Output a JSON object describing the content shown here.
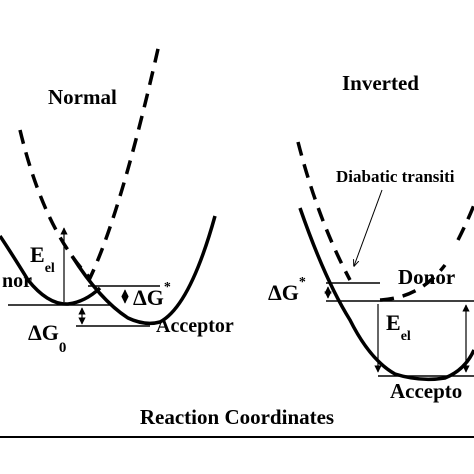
{
  "panels": {
    "normal": {
      "title": "Normal",
      "donor_label": "nor",
      "acceptor_label": "Acceptor",
      "el_symbol": "E",
      "el_subscript": "el",
      "dg_star_symbol": "ΔG",
      "dg_star_superscript": "*",
      "dg0_symbol": "ΔG",
      "dg0_subscript": "0"
    },
    "inverted": {
      "title": "Inverted",
      "transition_label": "Diabatic transiti",
      "donor_label": "Donor",
      "acceptor_label": "Accepto",
      "el_symbol": "E",
      "el_subscript": "el",
      "dg_star_symbol": "ΔG",
      "dg_star_superscript": "*"
    }
  },
  "axis": {
    "xlabel": "Reaction Coordinates"
  },
  "colors": {
    "ink": "#000000",
    "background": "#ffffff"
  }
}
